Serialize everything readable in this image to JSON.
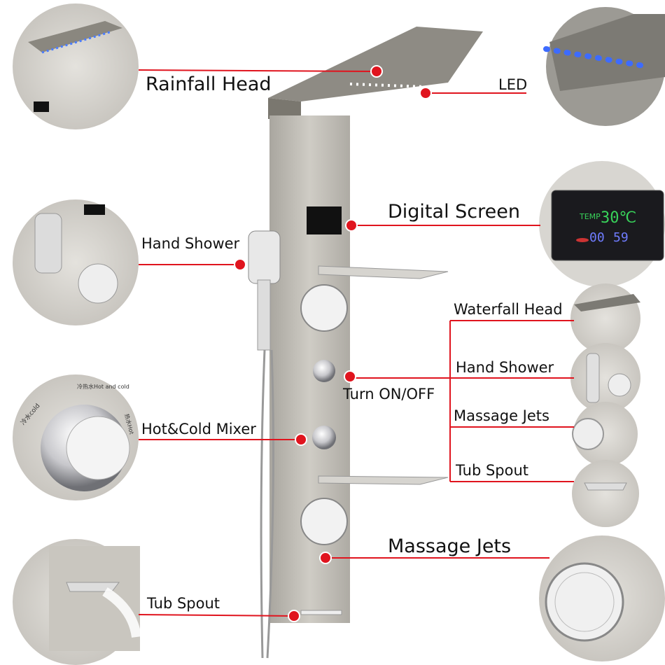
{
  "colors": {
    "accent_line": "#e0141e",
    "panel": "#b9b6ae",
    "background": "#ffffff"
  },
  "labels": {
    "rainfall_head": "Rainfall Head",
    "led": "LED",
    "digital_screen": "Digital Screen",
    "hand_shower_left": "Hand Shower",
    "waterfall_head": "Waterfall Head",
    "hand_shower_right": "Hand Shower",
    "turn_on_off": "Turn ON/OFF",
    "massage_jets_right": "Massage Jets",
    "tub_spout_right": "Tub Spout",
    "hot_cold_mixer": "Hot&Cold Mixer",
    "massage_jets": "Massage Jets",
    "tub_spout_left": "Tub Spout"
  },
  "screen": {
    "temp_label": "TEMP",
    "temp_value": "30℃",
    "time_min": "00",
    "time_sec": "59"
  },
  "mixer_dial": {
    "cold": "冷水cold",
    "hot_and_cold": "冷热水Hot and cold",
    "hot": "热水Hot"
  }
}
